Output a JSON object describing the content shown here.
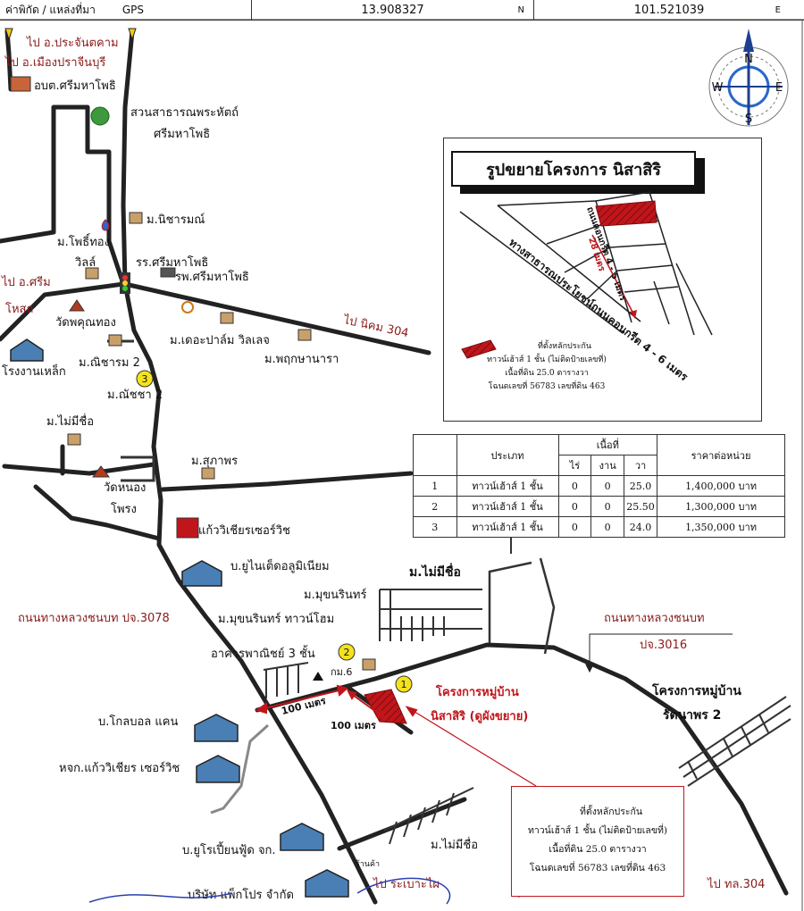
{
  "header": {
    "coord_label": "ค่าพิกัด / แหล่งที่มา",
    "source": "GPS",
    "lat": "13.908327",
    "lat_suffix": "N",
    "lng": "101.521039",
    "lng_suffix": "E"
  },
  "compass": {
    "n": "N",
    "s": "S",
    "e": "E",
    "w": "W"
  },
  "labels": {
    "to_prachantakham": "ไป อ.ประจันตคาม",
    "to_mueang_prachinburi": "ไป อ.เมืองปราจีนบุรี",
    "obt_srimahaphot": "อบต.ศรีมหาโพธิ",
    "park_1": "สวนสาธารณพระหัตถ์",
    "park_2": "ศรีมหาโพธิ",
    "m_nicharom": "ม.นิชารมณ์",
    "m_phothong_1": "ม.โพธิ์ทอง",
    "m_phothong_2": "วิลล์",
    "school": "รร.ศรีมหาโพธิ",
    "hospital": "รพ.ศรีมหาโพธิ",
    "to_srimahosot_1": "ไป อ.ศรีม",
    "to_srimahosot_2": "โหสถ",
    "wat_phukhunthong": "วัดพคุณทอง",
    "to_nikhom304": "ไป นิคม 304",
    "m_dior_palm": "ม.เดอะปาล์ม วิลเลจ",
    "m_nicharom2": "ม.ณิชารม 2",
    "m_phrukphanara": "ม.พฤกษานารา",
    "steel_factory": "โรงงานเหล็ก",
    "m_nichcha2": "ม.ณัชชา 2",
    "m_maimichue_1": "ม.ไม่มีชื่อ",
    "m_suphaphon": "ม.สุภาพร",
    "wat_nongphong_1": "วัดหนอง",
    "wat_nongphong_2": "โพรง",
    "kaewwichian": "แก้ววิเชียรเซอร์วิช",
    "unitedaluminium": "บ.ยูไนเต็ดอลูมิเนียม",
    "m_maimichue_2": "ม.ไม่มีชื่อ",
    "m_mukhonrin": "ม.มุขนรินทร์",
    "m_mukhonrin_townhome": "ม.มุขนรินทร์ ทาวน์โฮม",
    "road3078": "ถนนทางหลวงชนบท ปจ.3078",
    "road3016_1": "ถนนทางหลวงชนบท",
    "road3016_2": "ปจ.3016",
    "commercial": "อาคารพาณิชย์ 3 ชั้น",
    "km6": "กม.6",
    "dist_100a": "100 เมตร",
    "dist_100b": "100 เมตร",
    "project_1": "โครงการหมู่บ้าน",
    "project_2": "นิสาสิริ (ดูผังขยาย)",
    "rattanaphon_1": "โครงการหมู่บ้าน",
    "rattanaphon_2": "รัตนาพร 2",
    "globalcan": "บ.โกลบอล แคน",
    "kaewwichian_2": "หจก.แก้ววิเชียร เซอร์วิช",
    "eurofood": "บ.ยูโรเปี้ยนฟู้ด จก.",
    "m_maimichue_3": "ม.ไม่มีชื่อ",
    "shop": "ร้านค้า",
    "packpro": "บริษัท แพ็กโปร จำกัด",
    "to_rabao": "ไป ระเบาะไผ",
    "to_tl304": "ไป ทล.304",
    "marker_1": "1",
    "marker_2": "2",
    "marker_3": "3"
  },
  "inset": {
    "title": "รูปขยายโครงการ นิสาสิริ",
    "road_main": "ทางสาธารณประโยชน์ถนนคอนกรีต 4 - 6 เมตร",
    "road_side": "ถนนคอนกรีต 4 - 5 เมตร",
    "dist_28": "28 เมตร",
    "legend_1": "ที่ตั้งหลักประกัน",
    "legend_2": "ทาวน์เฮ้าส์ 1 ชั้น (ไม่ติดป้ายเลขที่)",
    "legend_3": "เนื้อที่ดิน 25.0 ตารางวา",
    "legend_4": "โฉนดเลขที่ 56783 เลขที่ดิน 463"
  },
  "price_table": {
    "headers": {
      "type": "ประเภท",
      "area": "เนื้อที่",
      "rai": "ไร่",
      "ngan": "งาน",
      "wa": "วา",
      "price": "ราคาต่อหน่วย"
    },
    "rows": [
      {
        "no": "1",
        "type": "ทาวน์เฮ้าส์ 1 ชั้น",
        "rai": "0",
        "ngan": "0",
        "wa": "25.0",
        "price": "1,400,000 บาท"
      },
      {
        "no": "2",
        "type": "ทาวน์เฮ้าส์ 1 ชั้น",
        "rai": "0",
        "ngan": "0",
        "wa": "25.50",
        "price": "1,300,000 บาท"
      },
      {
        "no": "3",
        "type": "ทาวน์เฮ้าส์ 1 ชั้น",
        "rai": "0",
        "ngan": "0",
        "wa": "24.0",
        "price": "1,350,000 บาท"
      }
    ]
  },
  "note": {
    "line_1": "ที่ตั้งหลักประกัน",
    "line_2": "ทาวน์เฮ้าส์ 1 ชั้น (ไม่ติดป้ายเลขที่)",
    "line_3": "เนื้อที่ดิน 25.0 ตารางวา",
    "line_4": "โฉนดเลขที่ 56783 เลขที่ดิน 463"
  },
  "colors": {
    "road": "#222222",
    "accent_red": "#c0161b",
    "label_brown": "#8b1a1a",
    "marker_yellow": "#f4e31c",
    "building_blue": "#4a7fb5"
  }
}
